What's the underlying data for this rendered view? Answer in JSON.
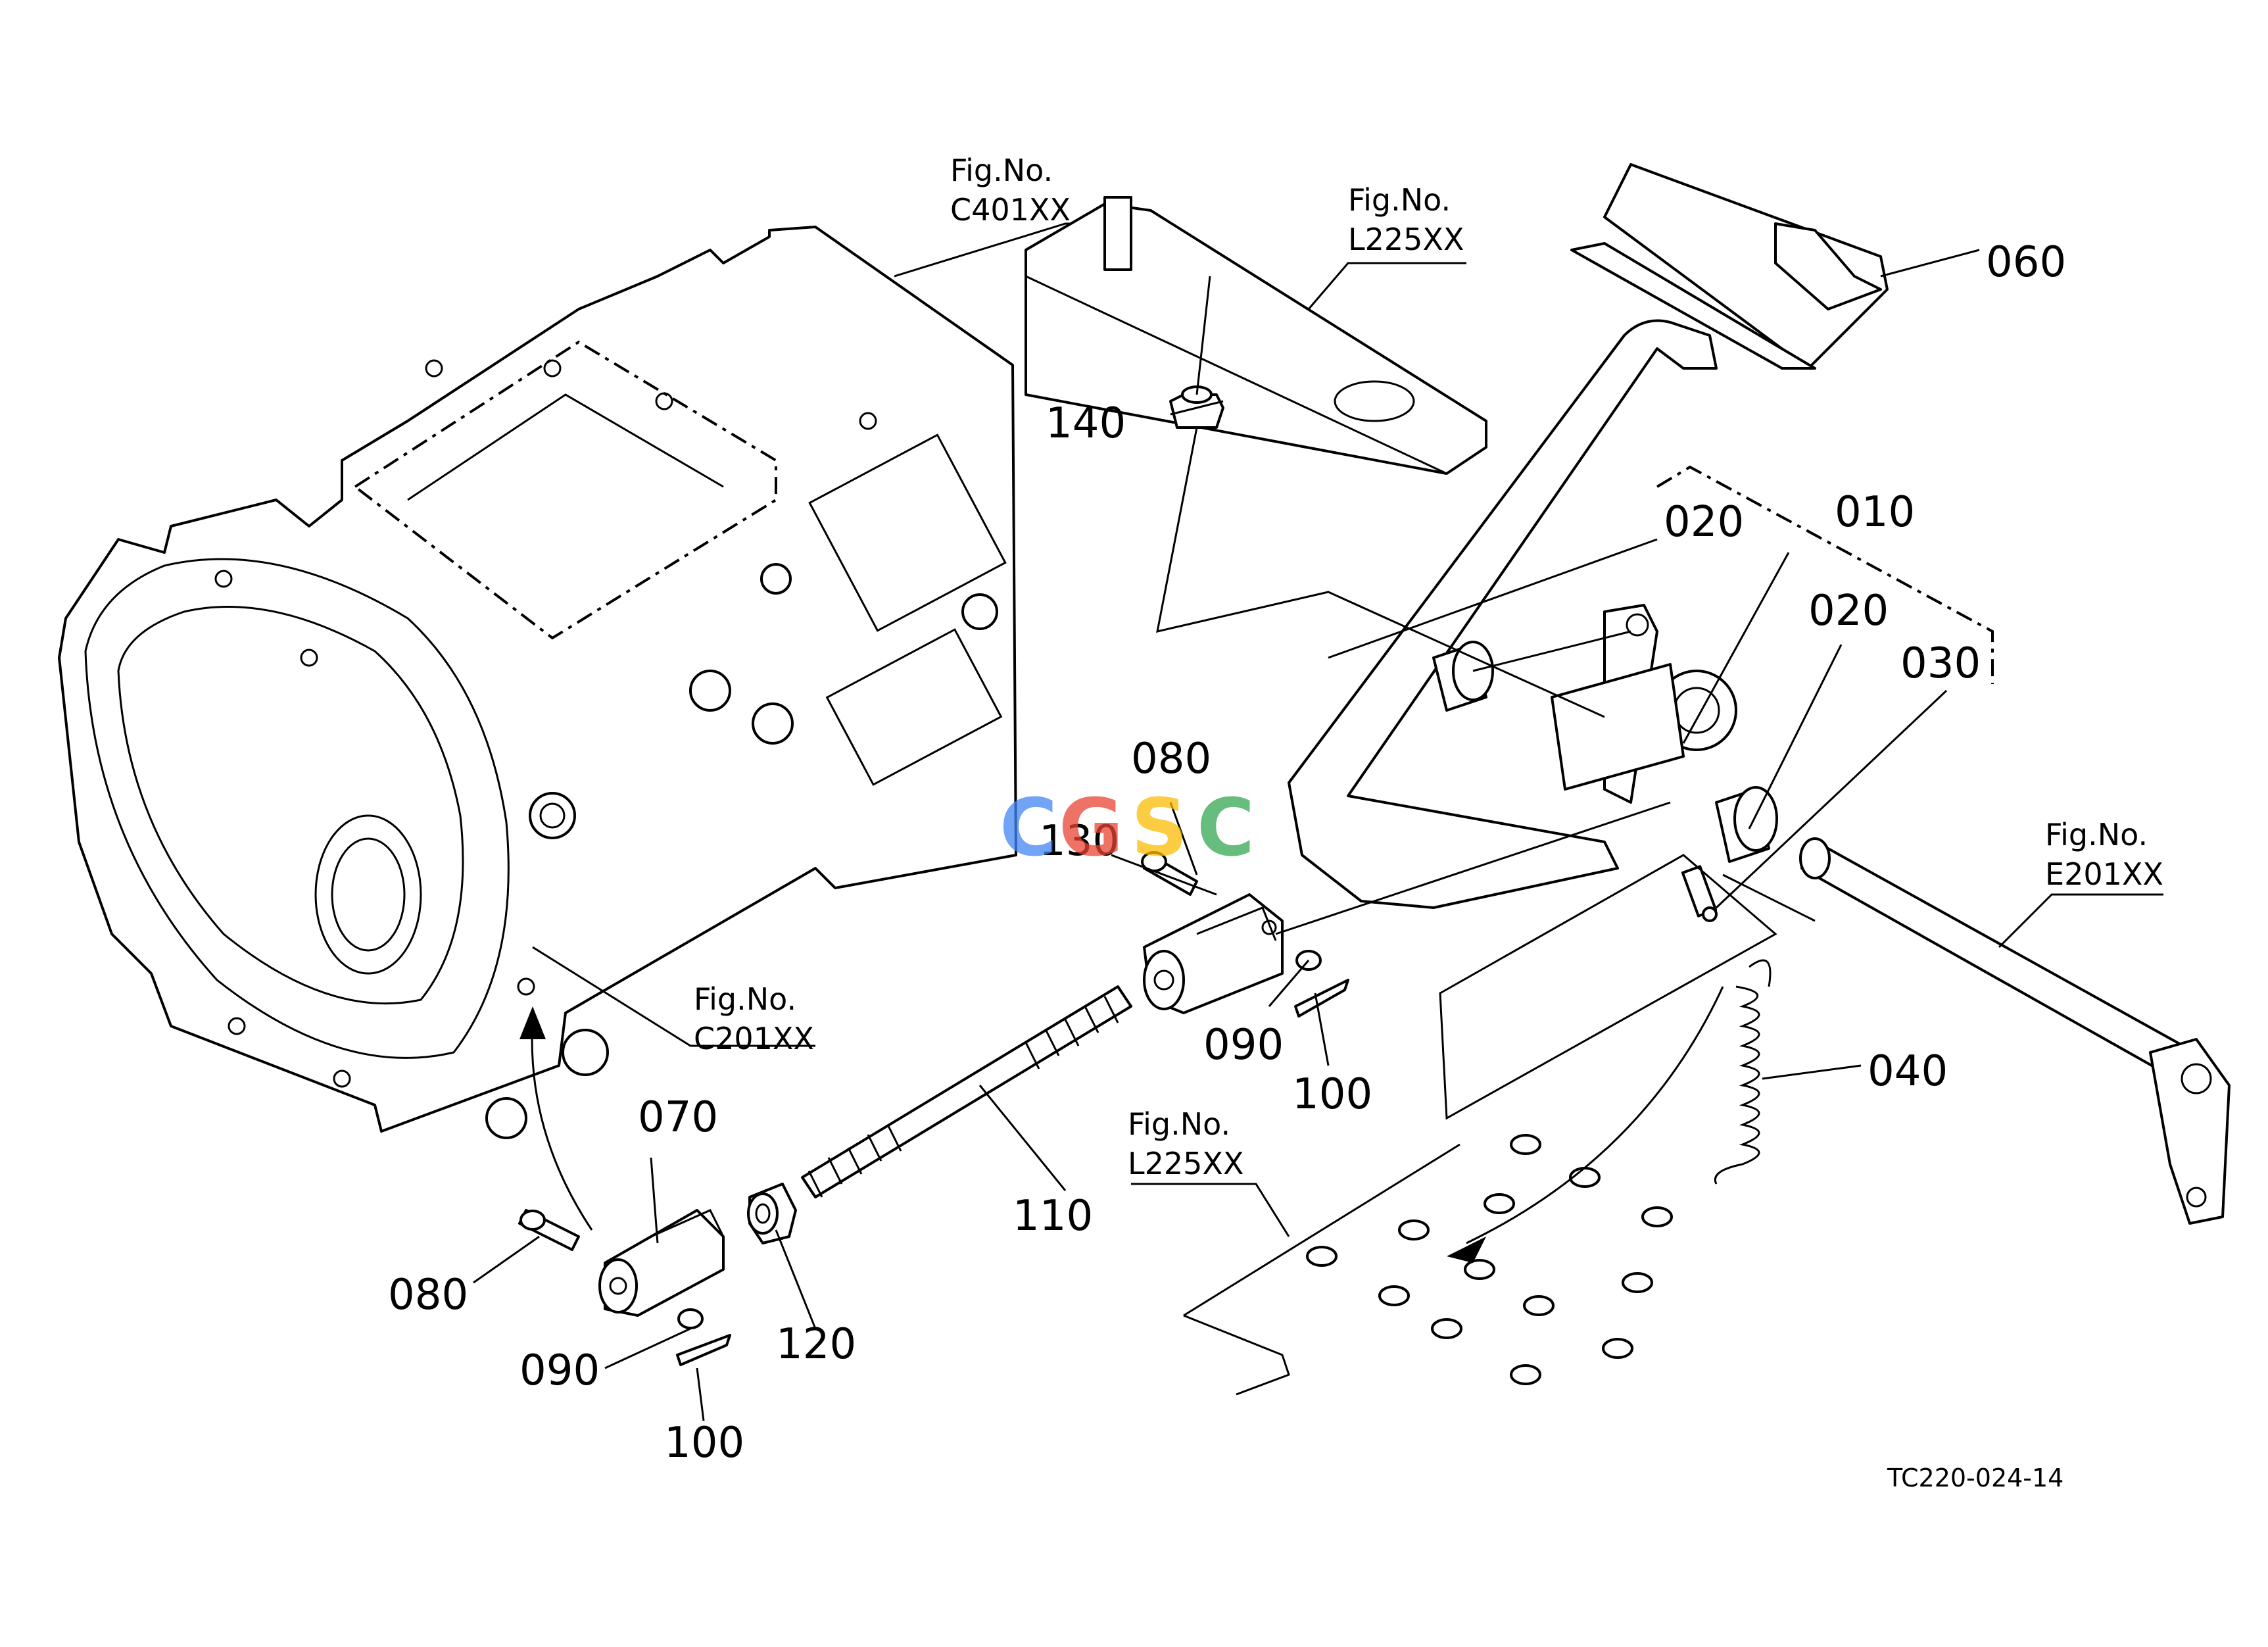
{
  "watermark": {
    "letters": [
      "C",
      "G",
      "S",
      "C"
    ],
    "colors": [
      "#4285f4",
      "#ea4335",
      "#fbbc05",
      "#34a853"
    ]
  },
  "parts": {
    "p010": "010",
    "p020a": "020",
    "p020b": "020",
    "p030": "030",
    "p040": "040",
    "p060": "060",
    "p070": "070",
    "p080a": "080",
    "p080b": "080",
    "p090a": "090",
    "p090b": "090",
    "p100a": "100",
    "p100b": "100",
    "p110": "110",
    "p120": "120",
    "p130": "130",
    "p140": "140"
  },
  "figure_refs": {
    "c401": {
      "label": "Fig.No.",
      "code": "C401XX"
    },
    "l225_top": {
      "label": "Fig.No.",
      "code": "L225XX"
    },
    "c201": {
      "label": "Fig.No.",
      "code": "C201XX"
    },
    "e201": {
      "label": "Fig.No.",
      "code": "E201XX"
    },
    "l225_bottom": {
      "label": "Fig.No.",
      "code": "L225XX"
    }
  },
  "drawing_code": "TC220-024-14"
}
